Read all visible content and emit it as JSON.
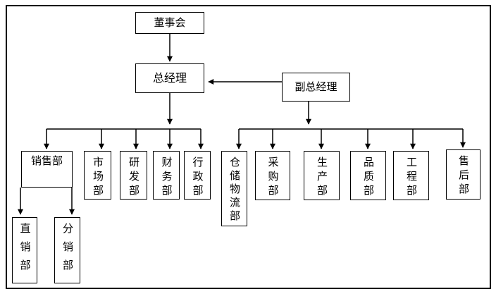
{
  "diagram": {
    "type": "org-chart",
    "nodes": {
      "board": {
        "label": "董事会"
      },
      "gm": {
        "label": "总经理"
      },
      "dgm": {
        "label": "副总经理"
      },
      "sales": {
        "label": "销售部"
      },
      "marketing": {
        "label": "市场部"
      },
      "rd": {
        "label": "研发部"
      },
      "finance": {
        "label": "财务部"
      },
      "admin": {
        "label": "行政部"
      },
      "warehouse": {
        "label": "仓储物流部"
      },
      "purchase": {
        "label": "采购部"
      },
      "production": {
        "label": "生产部"
      },
      "quality": {
        "label": "品质部"
      },
      "engineering": {
        "label": "工程部"
      },
      "aftersales": {
        "label": "售后部"
      },
      "direct": {
        "label": "直销部"
      },
      "dist": {
        "label": "分销部"
      }
    },
    "edges": [
      {
        "from": "board",
        "to": "gm"
      },
      {
        "from": "dgm",
        "to": "gm"
      },
      {
        "from": "gm",
        "to": "sales"
      },
      {
        "from": "gm",
        "to": "marketing"
      },
      {
        "from": "gm",
        "to": "rd"
      },
      {
        "from": "gm",
        "to": "finance"
      },
      {
        "from": "gm",
        "to": "admin"
      },
      {
        "from": "dgm",
        "to": "warehouse"
      },
      {
        "from": "dgm",
        "to": "purchase"
      },
      {
        "from": "dgm",
        "to": "production"
      },
      {
        "from": "dgm",
        "to": "quality"
      },
      {
        "from": "dgm",
        "to": "engineering"
      },
      {
        "from": "dgm",
        "to": "aftersales"
      },
      {
        "from": "sales",
        "to": "direct"
      },
      {
        "from": "sales",
        "to": "dist"
      }
    ],
    "colors": {
      "line": "#000000",
      "box_border": "#000000",
      "box_fill": "#ffffff",
      "text": "#000000",
      "background": "#ffffff"
    }
  }
}
